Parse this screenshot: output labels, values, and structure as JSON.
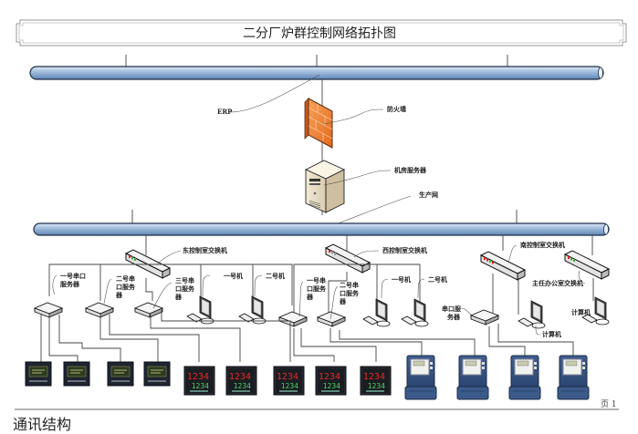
{
  "diagram": {
    "title": "二分厂炉群控制网络拓扑图",
    "backbones": [
      {
        "id": "top-bus",
        "label": "ERP"
      },
      {
        "id": "production-bus",
        "label": "生产网"
      }
    ],
    "core_devices": {
      "firewall": {
        "label": "防火墙",
        "icon": "firewall-icon"
      },
      "server": {
        "label": "机房服务器",
        "icon": "server-tower-icon"
      }
    },
    "switches": [
      {
        "label": "东控制室交换机"
      },
      {
        "label": "西控制室交换机"
      },
      {
        "label": "南控制室交换机"
      },
      {
        "label": "主任办公室交换机"
      }
    ],
    "serial_servers": [
      {
        "label": "一号串口服务器",
        "lines": [
          "一号串口",
          "服务器"
        ]
      },
      {
        "label": "二号串口服务器",
        "lines": [
          "二号串",
          "口服务",
          "器"
        ]
      },
      {
        "label": "三号串口服务器",
        "lines": [
          "三号串",
          "口服务",
          "器"
        ]
      },
      {
        "label": "一号串口服务器",
        "lines": [
          "一号串",
          "口服务",
          "器"
        ]
      },
      {
        "label": "二号串口服务器",
        "lines": [
          "二号串",
          "口服务",
          "器"
        ]
      },
      {
        "label": "串口服务器",
        "lines": [
          "串口服",
          "务器"
        ]
      }
    ],
    "computers": [
      {
        "label": "一号机"
      },
      {
        "label": "二号机"
      },
      {
        "label": "一号机"
      },
      {
        "label": "二号机"
      },
      {
        "label": "计算机"
      },
      {
        "label": "计算机"
      }
    ],
    "controllers_green": 4,
    "controllers_red_display": {
      "count": 5,
      "top_reading": "1234",
      "bottom_reading": "1234"
    },
    "power_meters": 4,
    "page_label": "页 1",
    "footer_heading": "通讯结构"
  }
}
